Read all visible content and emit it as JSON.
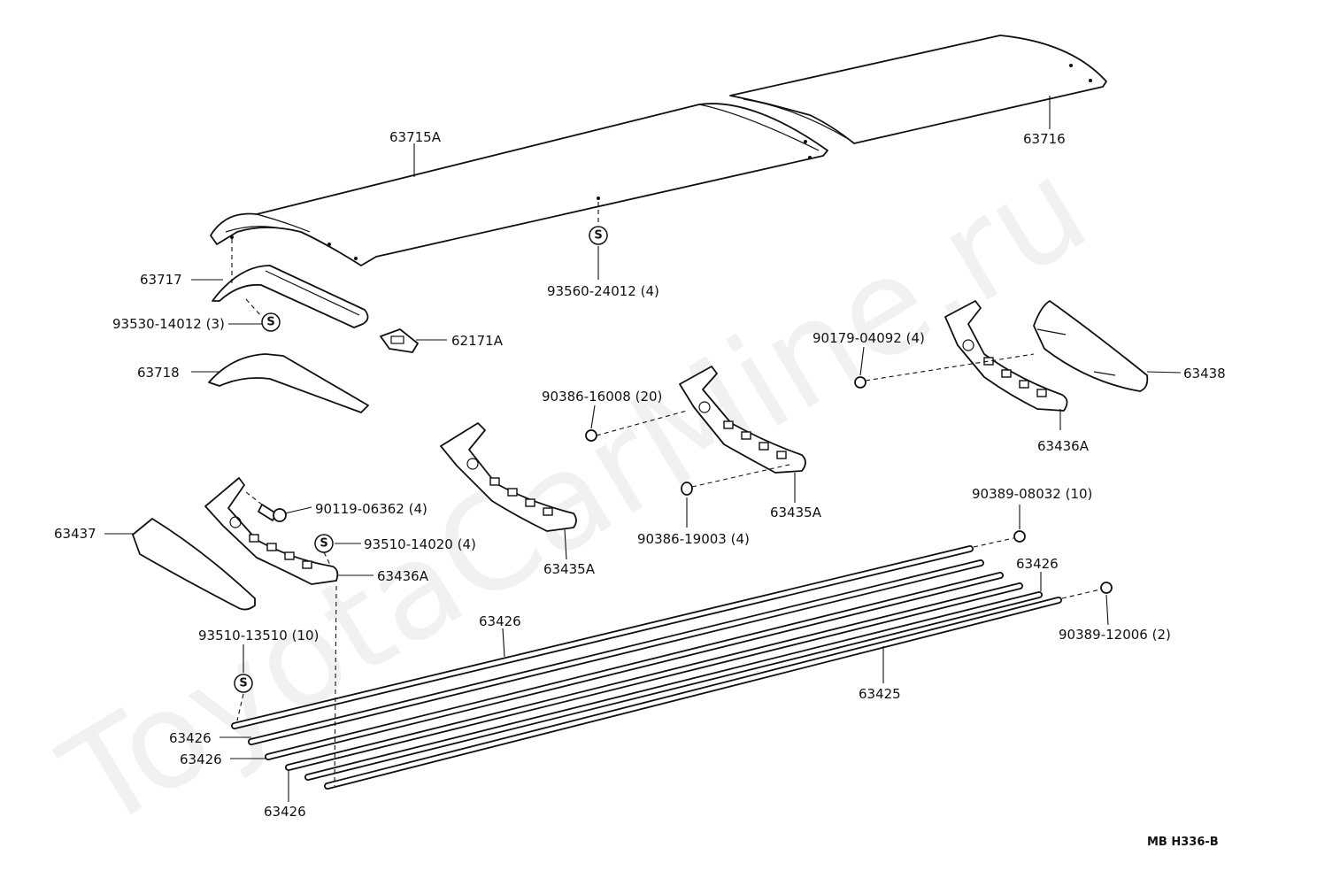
{
  "watermark": "ToyotaCarMine.ru",
  "diagram_code": "MB H336-B",
  "symbol_letter": "S",
  "labels": {
    "p63715A": "63715A",
    "p63716": "63716",
    "p63717": "63717",
    "p93530": "93530-14012 (3)",
    "p62171A": "62171A",
    "p93560": "93560-24012 (4)",
    "p63718": "63718",
    "p90179": "90179-04092 (4)",
    "p63438": "63438",
    "p90386_16008": "90386-16008 (20)",
    "p63436A_right": "63436A",
    "p63435A_center": "63435A",
    "p90386_19003": "90386-19003 (4)",
    "p90119": "90119-06362 (4)",
    "p93510_14020": "93510-14020 (4)",
    "p63437": "63437",
    "p63436A_left": "63436A",
    "p63435A_left": "63435A",
    "p90389_08032": "90389-08032 (10)",
    "p63426_upper_right": "63426",
    "p90389_12006": "90389-12006 (2)",
    "p93510_13510": "93510-13510 (10)",
    "p63426_top": "63426",
    "p63425": "63425",
    "p63426_left_a": "63426",
    "p63426_left_b": "63426",
    "p63426_bottom": "63426"
  }
}
